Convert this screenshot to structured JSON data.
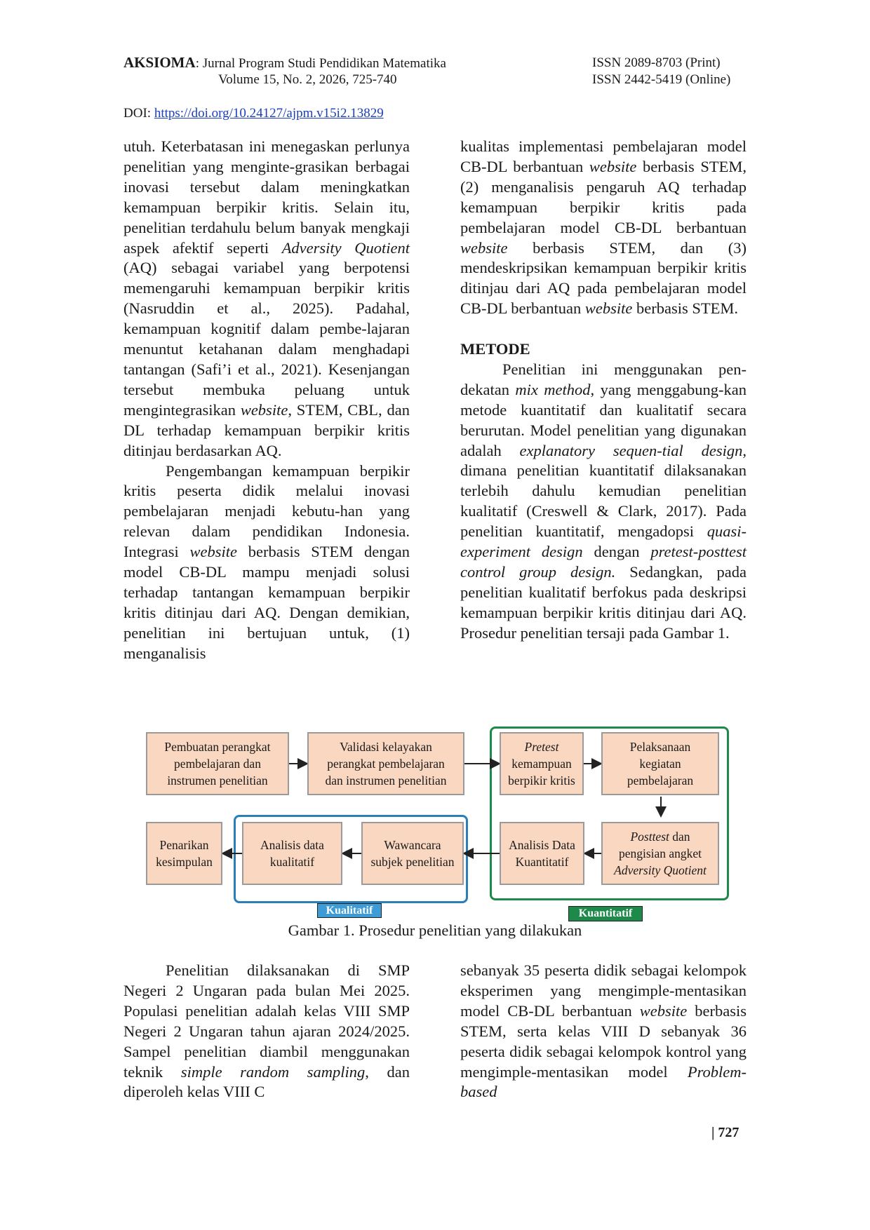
{
  "header": {
    "journal_name": "AKSIOMA",
    "journal_subtitle": ": Jurnal Program Studi Pendidikan Matematika",
    "volume": "Volume 15, No. 2, 2026, 725-740",
    "issn_print": "ISSN 2089-8703 (Print)",
    "issn_online": "ISSN 2442-5419 (Online)",
    "doi_label": "DOI: ",
    "doi_url": "https://doi.org/10.24127/ajpm.v15i2.13829"
  },
  "col_left_top": {
    "p1_a": "utuh. Keterbatasan ini menegaskan perlunya penelitian yang menginte-grasikan berbagai inovasi tersebut dalam meningkatkan kemampuan berpikir kritis. Selain itu, penelitian terdahulu belum banyak mengkaji aspek afektif seperti ",
    "p1_b": "Adversity Quotient",
    "p1_c": " (AQ) sebagai variabel yang berpotensi memengaruhi kemampuan berpikir kritis (Nasruddin et al., 2025). Padahal, kemampuan kognitif dalam pembe-lajaran menuntut ketahanan dalam menghadapi tantangan (Safi’i et al., 2021). Kesenjangan tersebut membuka peluang untuk mengintegrasikan ",
    "p1_d": "website",
    "p1_e": ", STEM, CBL, dan DL terhadap kemampuan berpikir kritis ditinjau berdasarkan AQ.",
    "p2_a": "Pengembangan kemampuan berpikir kritis peserta didik melalui inovasi pembelajaran menjadi kebutu-han yang relevan dalam pendidikan Indonesia. Integrasi ",
    "p2_b": "website",
    "p2_c": " berbasis STEM dengan model CB-DL mampu menjadi solusi terhadap tantangan kemampuan berpikir kritis ditinjau dari AQ. Dengan demikian, penelitian ini bertujuan untuk, (1) menganalisis"
  },
  "col_right_top": {
    "p1_a": "kualitas implementasi pembelajaran model CB-DL berbantuan ",
    "p1_b": "website",
    "p1_c": " berbasis STEM, (2) menganalisis pengaruh AQ terhadap kemampuan berpikir kritis pada pembelajaran model CB-DL berbantuan ",
    "p1_d": "website",
    "p1_e": " berbasis STEM, dan (3) mendeskripsikan kemampuan berpikir kritis ditinjau dari AQ pada pembelajaran model CB-DL berbantuan ",
    "p1_f": "website",
    "p1_g": " berbasis STEM.",
    "heading": "METODE",
    "p2_a": "Penelitian ini menggunakan pen-dekatan ",
    "p2_b": "mix method",
    "p2_c": ", yang menggabung-kan metode kuantitatif dan kualitatif secara berurutan. Model penelitian yang digunakan adalah ",
    "p2_d": "explanatory sequen-tial design",
    "p2_e": ", dimana penelitian kuantitatif dilaksanakan terlebih dahulu kemudian penelitian kualitatif (Creswell & Clark, 2017). Pada penelitian kuantitatif, mengadopsi ",
    "p2_f": "quasi-experiment design",
    "p2_g": " dengan ",
    "p2_h": "pretest-posttest control group design.",
    "p2_i": " Sedangkan, pada penelitian kualitatif berfokus pada deskripsi kemampuan berpikir kritis ditinjau dari AQ. Prosedur penelitian tersaji pada Gambar 1."
  },
  "figure": {
    "box1": [
      "Pembuatan perangkat",
      "pembelajaran dan",
      "instrumen penelitian"
    ],
    "box2": [
      "Validasi kelayakan",
      "perangkat pembelajaran",
      "dan instrumen penelitian"
    ],
    "box3_italic": "Pretest",
    "box3": [
      "kemampuan",
      "berpikir kritis"
    ],
    "box4": [
      "Pelaksanaan",
      "kegiatan",
      "pembelajaran"
    ],
    "box5_italic": "Posttest",
    "box5_rest": " dan",
    "box5": [
      "pengisian angket"
    ],
    "box5_last_italic": "Adversity Quotient",
    "box6": [
      "Analisis Data",
      "Kuantitatif"
    ],
    "box7": [
      "Wawancara",
      "subjek penelitian"
    ],
    "box8": [
      "Analisis data",
      "kualitatif"
    ],
    "box9": [
      "Penarikan",
      "kesimpulan"
    ],
    "tag_qual": "Kualitatif",
    "tag_quant": "Kuantitatif",
    "colors": {
      "box_fill": "#fad7c0",
      "quant_frame": "#1e8a4a",
      "qual_frame": "#2a7fb8",
      "qual_tag": "#3d9bd6",
      "quant_tag": "#1e8a4a"
    },
    "caption": "Gambar 1. Prosedur penelitian yang dilakukan"
  },
  "col_left_bottom": {
    "p1_a": "Penelitian dilaksanakan di SMP Negeri 2 Ungaran pada bulan Mei 2025. Populasi penelitian adalah kelas VIII SMP Negeri 2 Ungaran tahun ajaran 2024/2025. Sampel penelitian diambil menggunakan teknik ",
    "p1_b": "simple random sampling",
    "p1_c": ", dan diperoleh kelas VIII C"
  },
  "col_right_bottom": {
    "p1_a": "sebanyak 35 peserta didik sebagai kelompok eksperimen yang mengimple-mentasikan model CB-DL berbantuan ",
    "p1_b": "website",
    "p1_c": " berbasis STEM, serta kelas VIII D sebanyak 36 peserta didik sebagai kelompok kontrol yang mengimple-mentasikan model ",
    "p1_d": "Problem-based"
  },
  "page_number": "| 727"
}
